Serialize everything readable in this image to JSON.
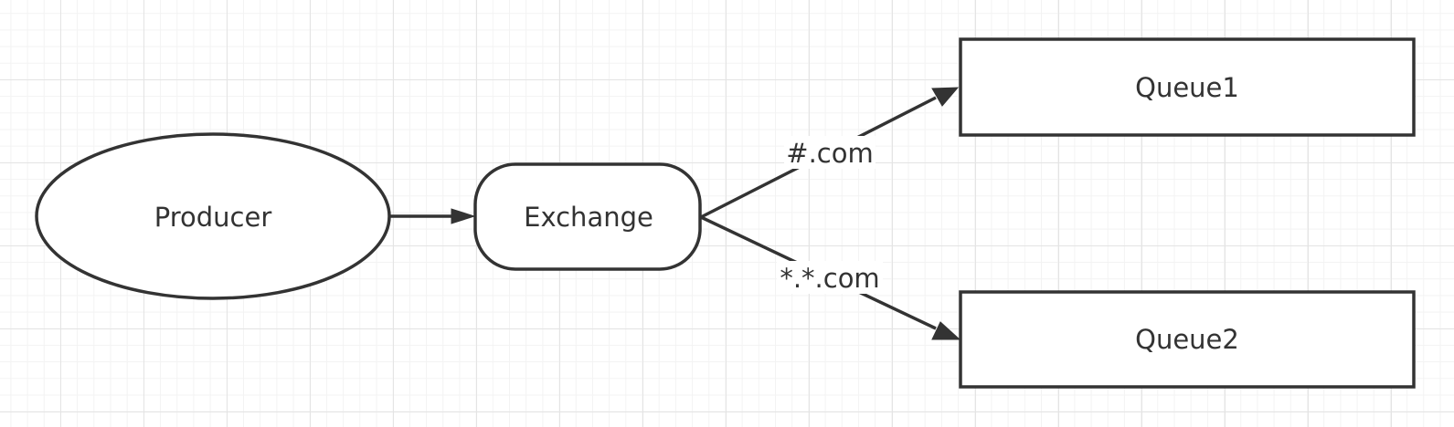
{
  "diagram": {
    "nodes": {
      "producer": {
        "label": "Producer",
        "shape": "ellipse"
      },
      "exchange": {
        "label": "Exchange",
        "shape": "rounded-rectangle"
      },
      "queue1": {
        "label": "Queue1",
        "shape": "rectangle"
      },
      "queue2": {
        "label": "Queue2",
        "shape": "rectangle"
      }
    },
    "edges": [
      {
        "from": "producer",
        "to": "exchange",
        "label": ""
      },
      {
        "from": "exchange",
        "to": "queue1",
        "label": "#.com"
      },
      {
        "from": "exchange",
        "to": "queue2",
        "label": "*.*.com"
      }
    ],
    "colors": {
      "stroke": "#333333",
      "fill": "#ffffff",
      "grid_major": "#e4e4e4",
      "grid_minor": "#f3f3f3"
    }
  }
}
